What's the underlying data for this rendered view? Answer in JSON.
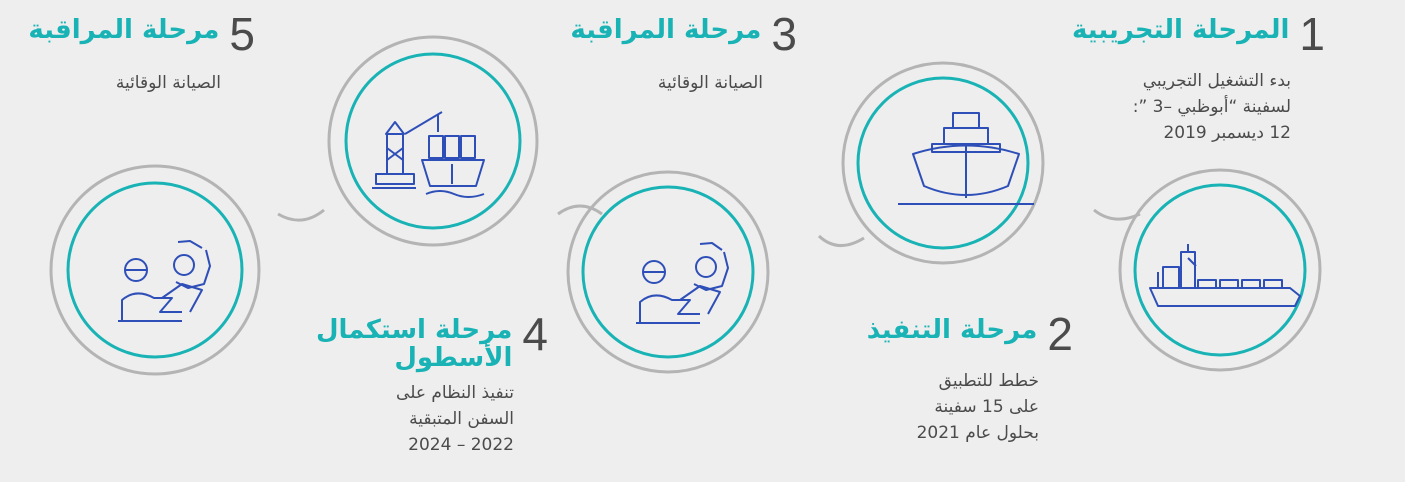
{
  "colors": {
    "background": "#eeeeee",
    "outer_ring": "#b4b4b4",
    "accent_teal": "#19b3b5",
    "icon_blue": "#2f4fb8",
    "number_gray": "#4b4b4b"
  },
  "stages": [
    {
      "number": "1",
      "title": "المرحلة التجريبية",
      "description": "بدء التشغيل التجريبي\nلسفينة “أبوظبي –3 ”:\n12 ديسمبر 2019",
      "icon": "small-ship-icon"
    },
    {
      "number": "2",
      "title": "مرحلة التنفيذ",
      "description": "خطط للتطبيق\nعلى 15 سفينة\nبحلول عام 2021",
      "icon": "ship-bow-icon"
    },
    {
      "number": "3",
      "title": "مرحلة المراقبة",
      "description": "الصيانة الوقائية",
      "icon": "engineer-gear-icon"
    },
    {
      "number": "4",
      "title": "مرحلة استكمال\nالأسطول",
      "description": "تنفيذ النظام على\nالسفن المتبقية\n2022 – 2024",
      "icon": "port-crane-ship-icon"
    },
    {
      "number": "5",
      "title": "مرحلة المراقبة",
      "description": "الصيانة الوقائية",
      "icon": "engineer-gear-icon"
    }
  ]
}
